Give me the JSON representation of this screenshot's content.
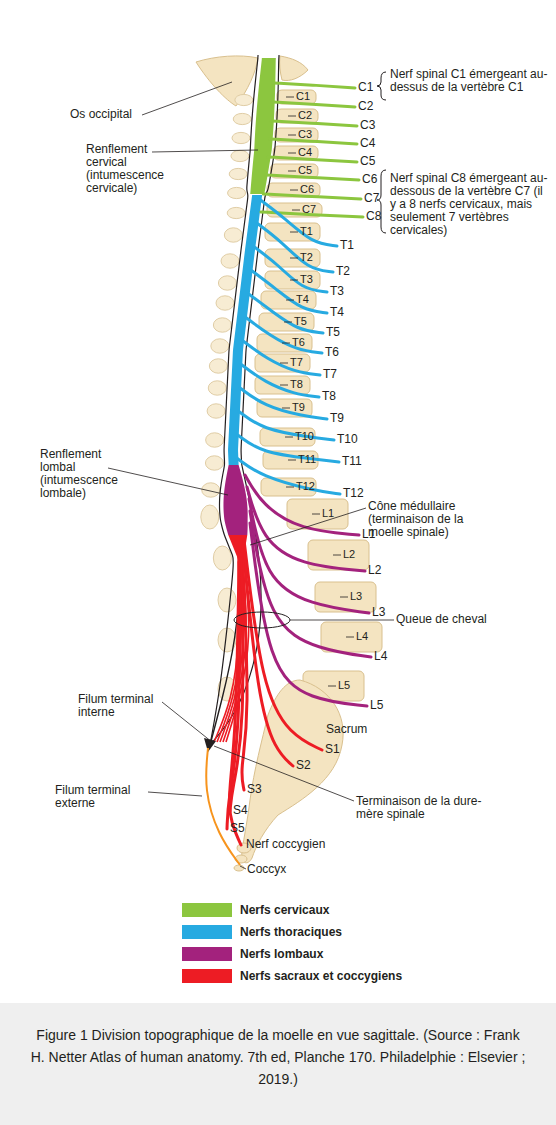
{
  "diagram": {
    "caption": "Figure 1 Division topographique de la moelle en vue sagittale. (Source : Frank H. Netter Atlas of human anatomy. 7th ed, Planche 170. Philadelphie : Elsevier ; 2019.)",
    "labels": [
      "Os occipital",
      "Renflement cervical (intumescence cervicale)",
      "Nerf spinal C1 émergeant au-dessus de la vertèbre C1",
      "Nerf spinal C8 émergeant au-dessous de la vertèbre C7 (il y a 8 nerfs cervicaux, mais seulement 7 vertèbres cervicales)",
      "Renflement lombal (intumescence lombale)",
      "Cône médullaire (terminaison de la moelle spinale)",
      "Queue de cheval",
      "Filum terminal interne",
      "Filum terminal externe",
      "Terminaison de la dure-mère spinale",
      "Sacrum",
      "Nerf coccygien",
      "Coccyx",
      "C1",
      "C2",
      "C3",
      "C4",
      "C5",
      "C6",
      "C7",
      "T1",
      "T2",
      "T3",
      "T4",
      "T5",
      "T6",
      "T7",
      "T8",
      "T9",
      "T10",
      "T11",
      "T12",
      "L1",
      "L2",
      "L3",
      "L4",
      "L5",
      "C1",
      "C2",
      "C3",
      "C4",
      "C5",
      "C6",
      "C7",
      "C8",
      "T1",
      "T2",
      "T3",
      "T4",
      "T5",
      "T6",
      "T7",
      "T8",
      "T9",
      "T10",
      "T11",
      "T12",
      "L1",
      "L2",
      "L3",
      "L4",
      "L5",
      "S1",
      "S2",
      "S3",
      "S4",
      "S5"
    ],
    "legend": [
      {
        "text": "Nerfs cervicaux",
        "color": "#8cc63f"
      },
      {
        "text": "Nerfs thoraciques",
        "color": "#27aae1"
      },
      {
        "text": "Nerfs lombaux",
        "color": "#a3227d"
      },
      {
        "text": "Nerfs sacraux et coccygiens",
        "color": "#ed1c24"
      }
    ]
  }
}
